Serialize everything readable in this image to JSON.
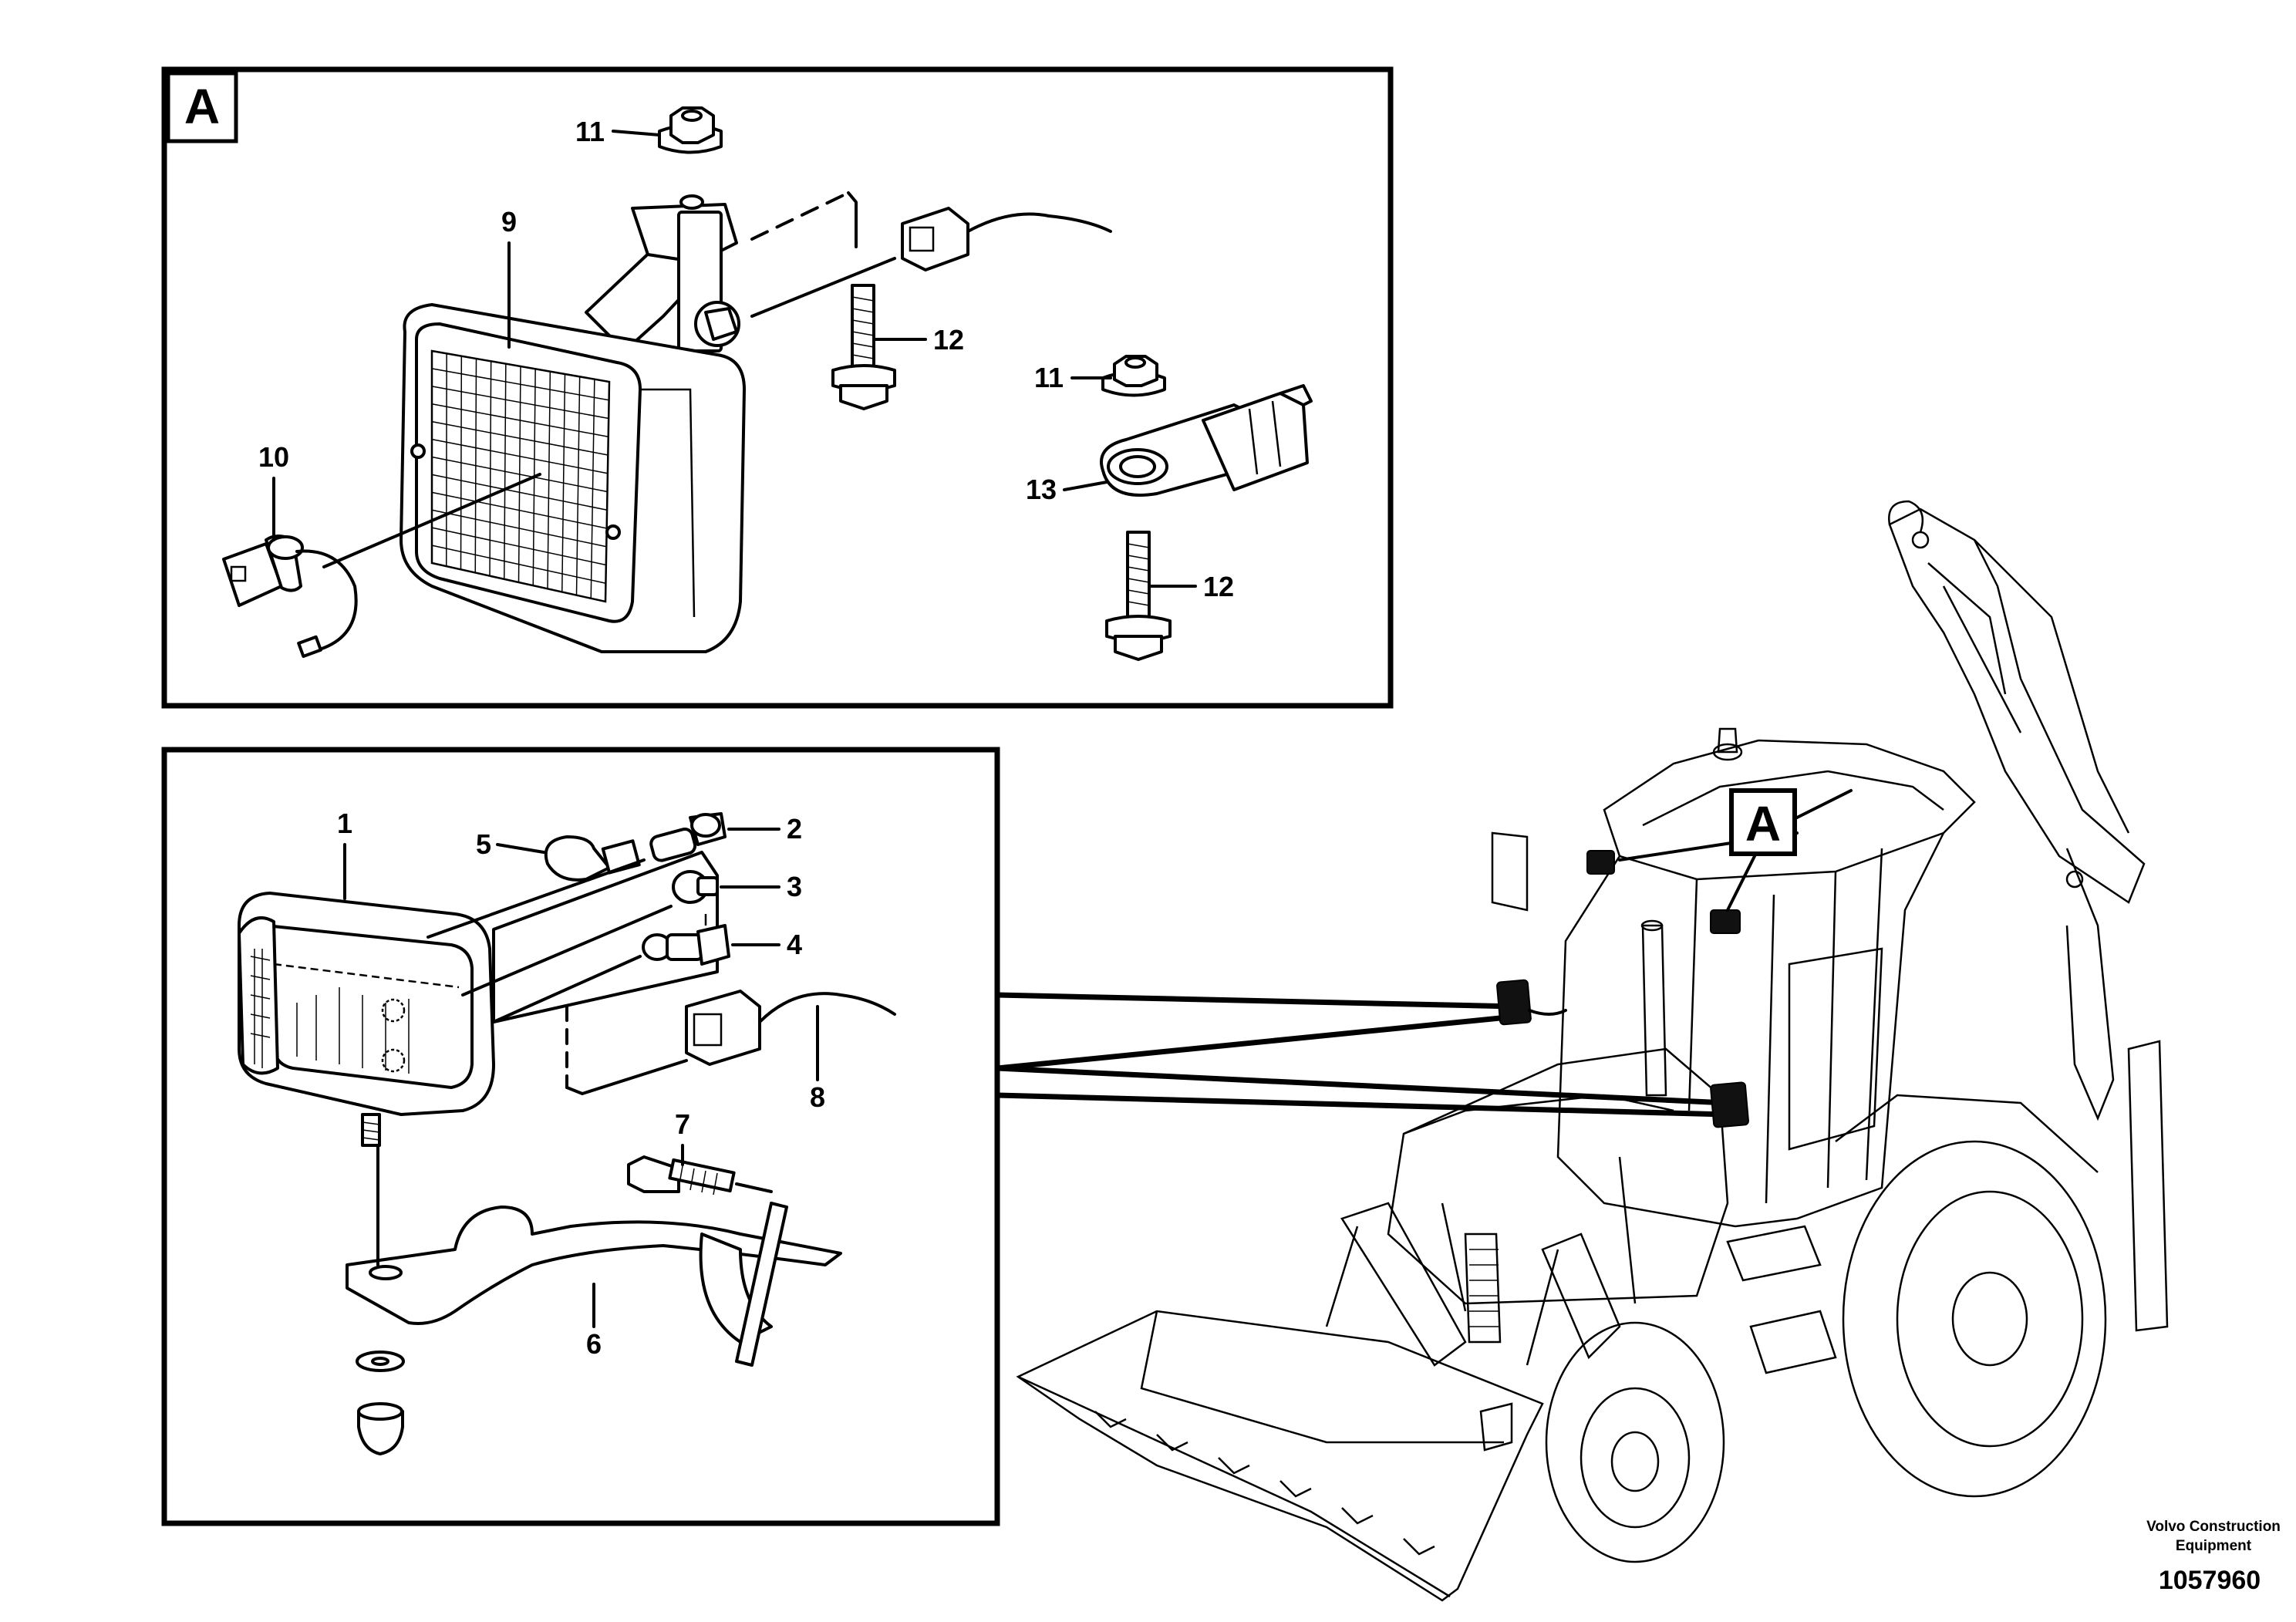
{
  "detail_view": {
    "label": "A",
    "callouts": [
      "9",
      "10",
      "11",
      "12",
      "11",
      "12",
      "13"
    ]
  },
  "main_view": {
    "callouts": [
      "1",
      "2",
      "3",
      "4",
      "5",
      "6",
      "7",
      "8"
    ]
  },
  "machine_view": {
    "detail_markers": [
      "A"
    ]
  },
  "footer": {
    "company_line1": "Volvo Construction",
    "company_line2": "Equipment",
    "drawing_number": "1057960"
  }
}
